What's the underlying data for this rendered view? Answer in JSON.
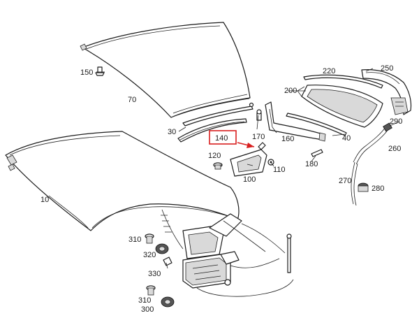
{
  "labels": {
    "p10": "10",
    "p30": "30",
    "p40": "40",
    "p70": "70",
    "p100": "100",
    "p110": "110",
    "p120": "120",
    "p140": "140",
    "p150": "150",
    "p160": "160",
    "p170": "170",
    "p180": "180",
    "p200": "200",
    "p220": "220",
    "p250": "250",
    "p260": "260",
    "p270": "270",
    "p280": "280",
    "p290": "290",
    "p300": "300",
    "p310a": "310",
    "p310b": "310",
    "p320": "320",
    "p330": "330"
  },
  "highlight": {
    "part": "140",
    "box_color": "#d81e1e",
    "arrow_color": "#d81e1e"
  }
}
